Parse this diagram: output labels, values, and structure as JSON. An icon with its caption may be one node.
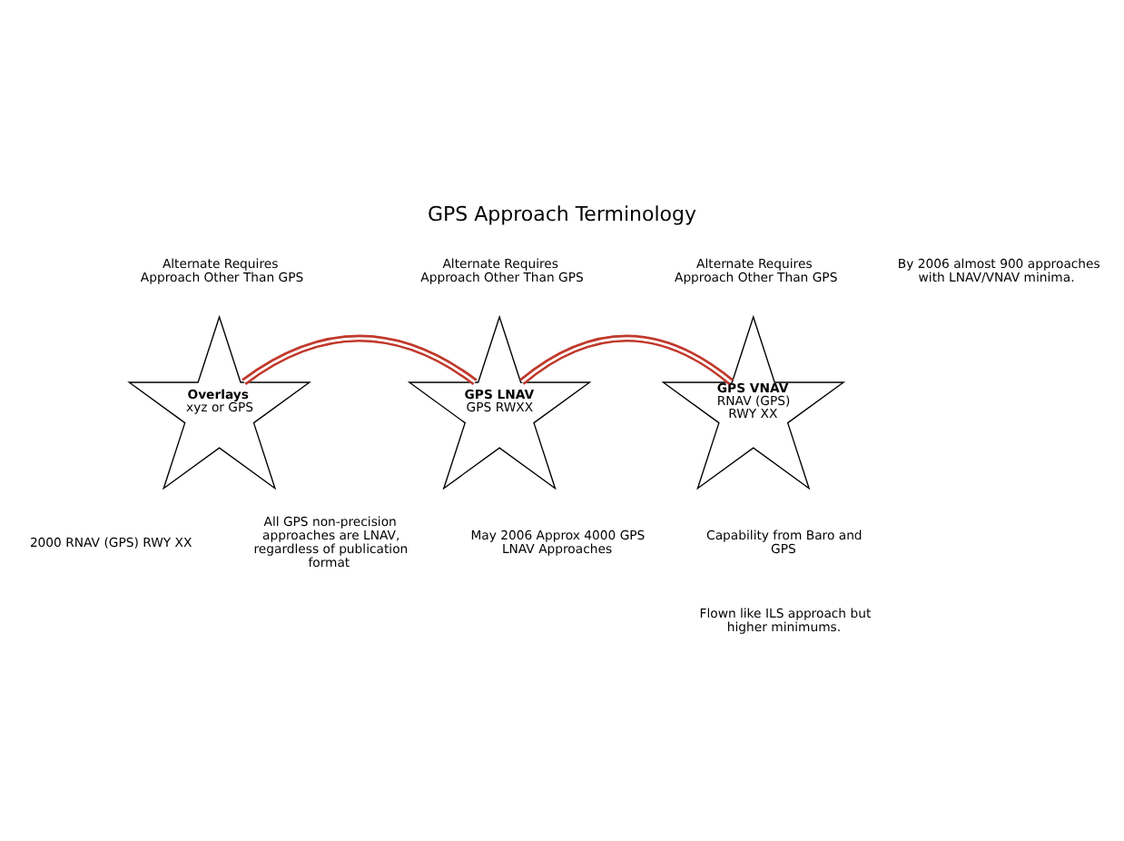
{
  "diagram": {
    "title": "GPS Approach Terminology",
    "nodes": [
      {
        "text": [
          "Overlays",
          "xyz or GPS"
        ],
        "beside": [
          "Alternate Requires Approach Other Than GPS",
          "2000 RNAV (GPS) RWY XX"
        ]
      },
      {
        "text": [
          "GPS LNAV",
          "GPS RWXX"
        ],
        "beside": [
          "Alternate Requires Approach Other Than GPS",
          "May 2006 Approx 4000 GPS LNAV Approaches"
        ]
      },
      {
        "text": [
          "GPS VNAV",
          "RNAV (GPS) RWY XX"
        ],
        "beside": [
          "Alternate Requires Approach Other Than GPS",
          "Capability from Baro and GPS"
        ]
      }
    ],
    "edges": [
      {
        "from": 0,
        "to": 1,
        "arrow": "none",
        "color": "#c0392b"
      },
      {
        "from": 1,
        "to": 2,
        "arrow": "none",
        "color": "#c0392b"
      }
    ],
    "labels": [
      "By 2006 almost 900 approaches with LNAV/VNAV minima.",
      "All GPS non-precision approaches are LNAV, regardless of publication format",
      "Flown like ILS approach but higher minimums."
    ]
  }
}
